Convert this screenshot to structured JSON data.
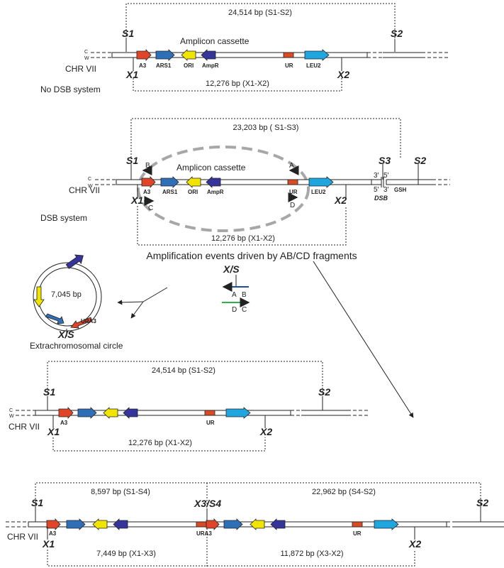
{
  "strand": {
    "top": "C",
    "bottom": "W"
  },
  "chromosome": "CHR VII",
  "features": {
    "a3": "A3",
    "ars1": "ARS1",
    "ori": "ORI",
    "ampr": "AmpR",
    "ur": "UR",
    "leu2": "LEU2",
    "ura3": "URA3",
    "gsh": "GSH",
    "dsb": "DSB"
  },
  "markers": {
    "s1": "S1",
    "s2": "S2",
    "s3": "S3",
    "x1": "X1",
    "x2": "X2",
    "xs": "X/S",
    "x3s4": "X3/S4"
  },
  "panel1": {
    "top_span": "24,514 bp (S1-S2)",
    "cassette": "Amplicon cassette",
    "bottom_span": "12,276 bp (X1-X2)",
    "label": "No DSB system"
  },
  "panel2": {
    "top_span": "23,203 bp ( S1-S3)",
    "cassette": "Amplicon cassette",
    "bottom_span": "12,276 bp (X1-X2)",
    "label": "DSB system",
    "primers": {
      "a": "A",
      "b": "B",
      "c": "C",
      "d": "D"
    },
    "ends": {
      "e31": "3′",
      "e51": "5′",
      "e52": "5′",
      "e32": "3′"
    }
  },
  "amplification": {
    "title": "Amplification events driven by AB/CD fragments",
    "a": "A",
    "b": "B",
    "d": "D",
    "c": "C"
  },
  "circle": {
    "size": "7,045 bp",
    "label": "Extrachromosomal circle"
  },
  "panel3": {
    "top_span": "24,514 bp (S1-S2)",
    "bottom_span": "12,276 bp (X1-X2)"
  },
  "panel4": {
    "span1": "8,597 bp (S1-S4)",
    "span2": "22,962 bp (S4-S2)",
    "span3": "7,449 bp (X1-X3)",
    "span4": "11,872 bp (X3-X2)"
  },
  "colors": {
    "a3": "#e0452a",
    "ars1": "#2f6fb7",
    "ori": "#f1e500",
    "ampr": "#34349a",
    "ur": "#d94a25",
    "leu2": "#1fa6df",
    "primer_ab": "#1f4e9e",
    "primer_cd": "#2bb24c",
    "loop": "#a7a7a7"
  }
}
